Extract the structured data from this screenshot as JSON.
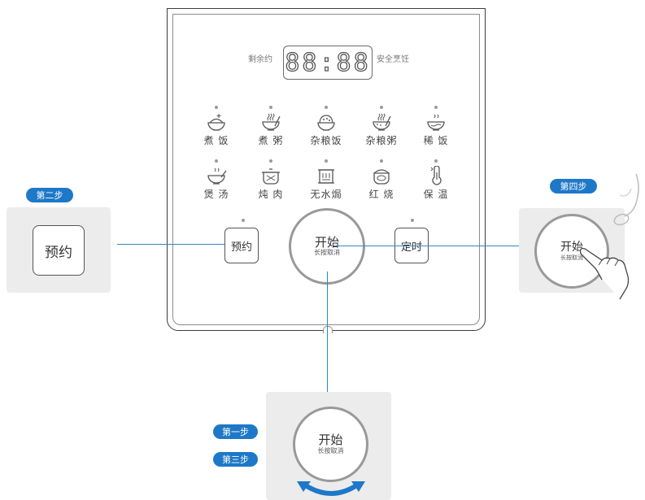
{
  "display": {
    "left_label": "剩余约",
    "digits": "88:88",
    "right_label": "安全烹饪"
  },
  "menu": [
    {
      "label": "煮 饭",
      "icon": "rice-bowl-icon"
    },
    {
      "label": "煮 粥",
      "icon": "congee-bowl-icon"
    },
    {
      "label": "杂粮饭",
      "icon": "mixed-grain-rice-icon"
    },
    {
      "label": "杂粮粥",
      "icon": "mixed-grain-congee-icon"
    },
    {
      "label": "稀 饭",
      "icon": "porridge-bowl-icon"
    },
    {
      "label": "煲 汤",
      "icon": "soup-bowl-icon"
    },
    {
      "label": "炖 肉",
      "icon": "stew-pot-icon"
    },
    {
      "label": "无水焗",
      "icon": "waterless-bake-icon"
    },
    {
      "label": "红 烧",
      "icon": "braise-pot-icon"
    },
    {
      "label": "保 温",
      "icon": "keep-warm-icon"
    }
  ],
  "keys": {
    "reserve": "预约",
    "start": "开始",
    "start_sub": "长按取消",
    "timer": "定时"
  },
  "steps": {
    "step1": "第一步",
    "step2": "第二步",
    "step3": "第三步",
    "step4": "第四步"
  },
  "colors": {
    "accent": "#1e78c8",
    "line": "#2f86c9",
    "callout_bg": "#ececec"
  }
}
